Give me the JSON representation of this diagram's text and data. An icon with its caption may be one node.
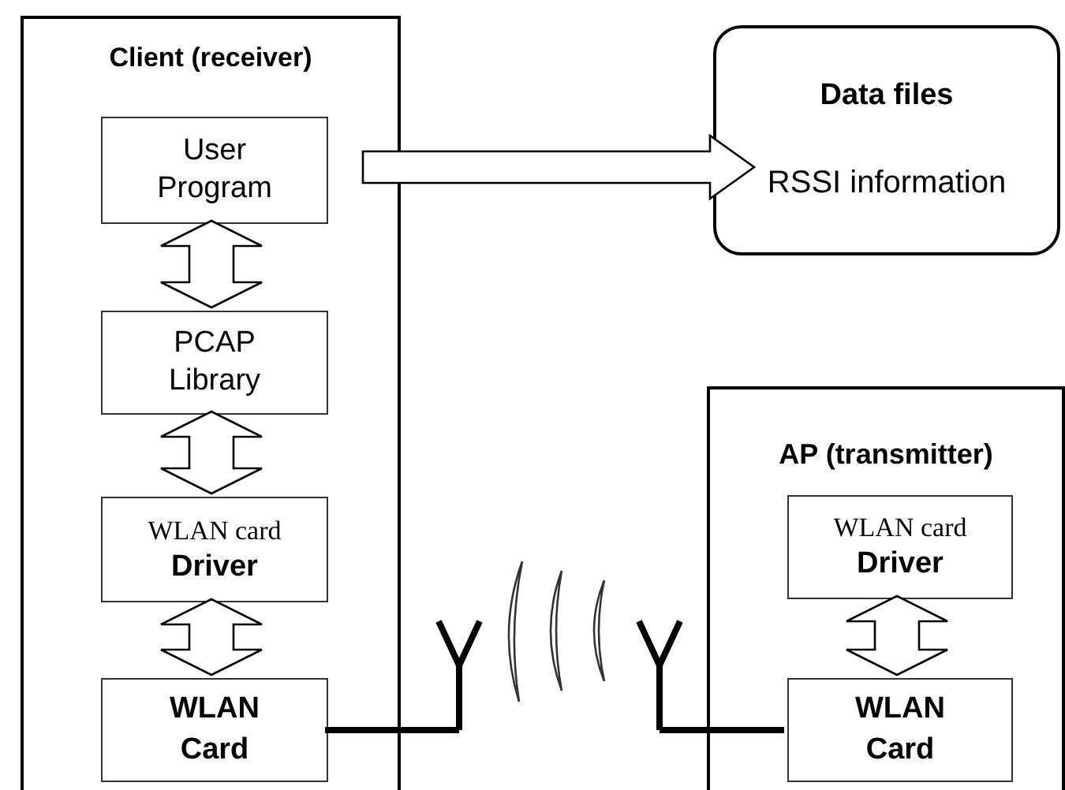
{
  "diagram": {
    "nodes": [
      {
        "text": [
          "Client (receiver)"
        ]
      },
      {
        "text": [
          "User Program"
        ],
        "in": 0
      },
      {
        "text": [
          "PCAP Library"
        ],
        "in": 0
      },
      {
        "text": [
          "WLAN card",
          "Driver"
        ],
        "in": 0
      },
      {
        "text": [
          "WLAN Card"
        ],
        "in": 0
      },
      {
        "text": [
          "Data files",
          "RSSI information"
        ]
      },
      {
        "text": [
          "AP (transmitter)"
        ]
      },
      {
        "text": [
          "WLAN card",
          "Driver"
        ],
        "in": 6
      },
      {
        "text": [
          "WLAN Card"
        ],
        "in": 6
      },
      {
        "text": [],
        "shape": "picture"
      },
      {
        "text": [],
        "shape": "picture"
      }
    ],
    "edges": [
      {
        "from": 1,
        "to": 5,
        "arrow": "to"
      },
      {
        "from": 1,
        "to": 2,
        "arrow": "both"
      },
      {
        "from": 2,
        "to": 3,
        "arrow": "both"
      },
      {
        "from": 3,
        "to": 4,
        "arrow": "both"
      },
      {
        "from": 7,
        "to": 8,
        "arrow": "both"
      },
      {
        "from": 4,
        "to": 9,
        "arrow": "none"
      },
      {
        "from": 8,
        "to": 10,
        "arrow": "none"
      }
    ]
  }
}
